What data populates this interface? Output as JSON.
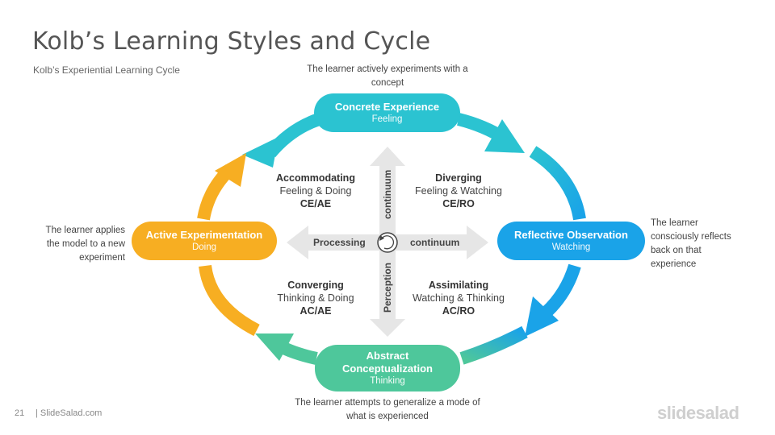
{
  "title": "Kolb’s Learning Styles and Cycle",
  "subtitle": "Kolb’s Experiential Learning Cycle",
  "stages": {
    "concrete": {
      "title": "Concrete Experience",
      "sub": "Feeling",
      "color": "#2bc3d1"
    },
    "reflective": {
      "title": "Reflective Observation",
      "sub": "Watching",
      "color": "#1aa3e8"
    },
    "abstract": {
      "title": "Abstract Conceptualization",
      "sub": "Thinking",
      "color": "#4ec79b"
    },
    "active": {
      "title": "Active Experimentation",
      "sub": "Doing",
      "color": "#f7ae22"
    }
  },
  "notes": {
    "top": "The learner actively experiments with a concept",
    "right": "The learner consciously reflects back on that experience",
    "bottom": "The learner attempts to generalize a mode of what is experienced",
    "left": "The learner applies the model to a new experiment"
  },
  "quadrants": {
    "accommodating": {
      "name": "Accommodating",
      "desc": "Feeling & Doing",
      "code": "CE/AE"
    },
    "diverging": {
      "name": "Diverging",
      "desc": "Feeling & Watching",
      "code": "CE/RO"
    },
    "converging": {
      "name": "Converging",
      "desc": "Thinking & Doing",
      "code": "AC/AE"
    },
    "assimilating": {
      "name": "Assimilating",
      "desc": "Watching & Thinking",
      "code": "AC/RO"
    }
  },
  "axes": {
    "processing": "Processing",
    "continuum_h": "continuum",
    "continuum_v": "continuum",
    "perception": "Perception"
  },
  "footer": {
    "page_number": "21",
    "brand": "| SlideSalad.com",
    "logo": "slidesalad"
  }
}
